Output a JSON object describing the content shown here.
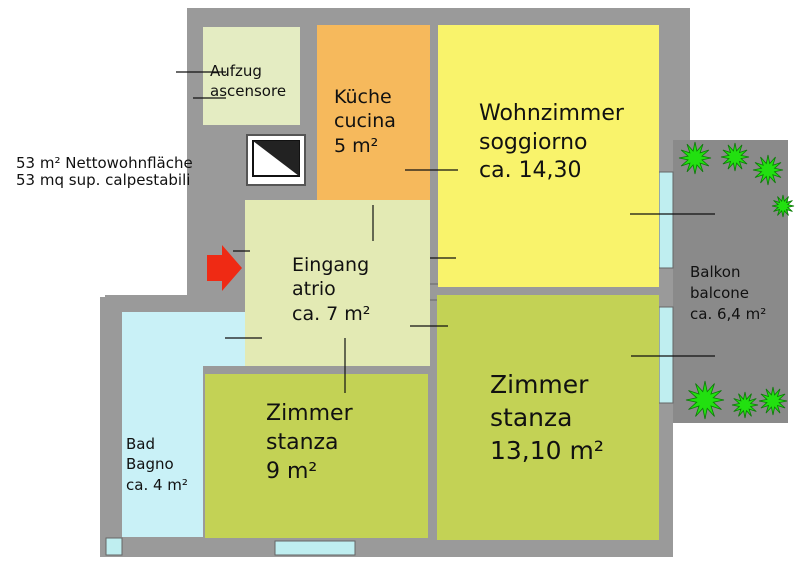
{
  "summary": {
    "line1": "53 m² Nettowohnfläche",
    "line2": "53 mq sup. calpestabili"
  },
  "rooms": {
    "lift": {
      "de": "Aufzug",
      "it": "ascensore",
      "color": "#e4ecc2"
    },
    "kitchen": {
      "de": "Küche",
      "it": "cucina",
      "area": "5 m²",
      "color": "#f6b95c"
    },
    "living": {
      "de": "Wohnzimmer",
      "it": "soggiorno",
      "area": "ca. 14,30",
      "color": "#f9f36b"
    },
    "entrance": {
      "de": "Eingang",
      "it": "atrio",
      "area": "ca. 7 m²",
      "color": "#e3eab4"
    },
    "room9": {
      "de": "Zimmer",
      "it": "stanza",
      "area": "9 m²",
      "color": "#c3d255"
    },
    "room13": {
      "de": "Zimmer",
      "it": "stanza",
      "area": "13,10 m²",
      "color": "#c3d255"
    },
    "bath": {
      "de": "Bad",
      "it": "Bagno",
      "area": "ca. 4 m²",
      "color": "#c9f1f7"
    },
    "balcony": {
      "de": "Balkon",
      "it": "balcone",
      "area": "ca. 6,4 m²",
      "color": "#8a8a8a"
    }
  },
  "colors": {
    "walls": "#9a9a9a",
    "entry_arrow": "#ef2a14",
    "plants": "#22e010",
    "windows": "#bfeef0"
  }
}
